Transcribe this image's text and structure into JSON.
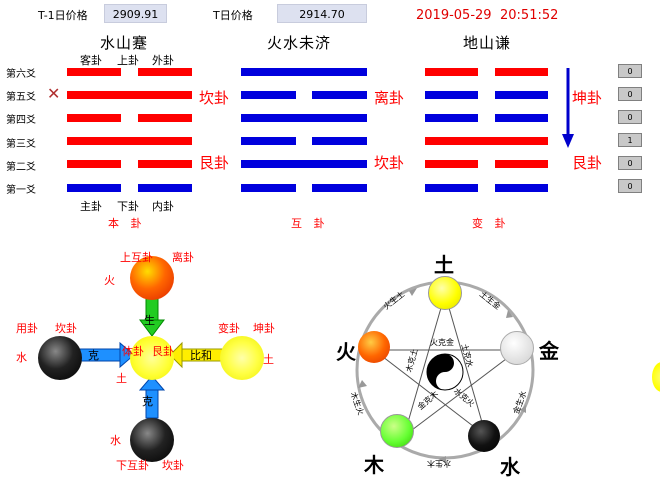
{
  "header": {
    "prev_price_label": "T-1日价格",
    "prev_price_value": "2909.91",
    "price_label": "T日价格",
    "price_value": "2914.70",
    "date": "2019-05-29",
    "time": "20:51:52"
  },
  "hexagrams": {
    "main": {
      "name": "水山蹇",
      "caption": "本 卦",
      "top_labels": [
        "客卦",
        "上卦",
        "外卦"
      ],
      "bottom_labels": [
        "主卦",
        "下卦",
        "内卦"
      ]
    },
    "mutual": {
      "name": "火水未济",
      "caption": "互 卦"
    },
    "changed": {
      "name": "地山谦",
      "caption": "变 卦"
    }
  },
  "yao_labels": [
    "第六爻",
    "第五爻",
    "第四爻",
    "第三爻",
    "第二爻",
    "第一爻"
  ],
  "moving_mark": "✕",
  "trigrams": {
    "main_upper": "坎卦",
    "main_lower": "艮卦",
    "mutual_upper": "离卦",
    "mutual_lower": "坎卦",
    "changed_upper": "坤卦",
    "changed_lower": "艮卦"
  },
  "counters": [
    "0",
    "0",
    "0",
    "1",
    "0",
    "0"
  ],
  "relation_diagram": {
    "upper_mutual": {
      "label": "上互卦",
      "trigram": "离卦",
      "element": "火"
    },
    "use": {
      "label": "用卦",
      "trigram": "坎卦",
      "element": "水"
    },
    "body": {
      "label": "体卦",
      "trigram": "艮卦",
      "element": "土"
    },
    "changed": {
      "label": "变卦",
      "trigram": "坤卦",
      "element": "土"
    },
    "lower_mutual": {
      "label": "下互卦",
      "trigram": "坎卦",
      "element": "水"
    },
    "arrows": {
      "top": "生",
      "left": "克",
      "right": "比和",
      "bottom": "克"
    }
  },
  "five_elements": {
    "earth": "土",
    "metal": "金",
    "water": "水",
    "wood": "木",
    "fire": "火",
    "generate": [
      "火生土",
      "土生金",
      "金生水",
      "水生木",
      "木生火"
    ],
    "restrain": [
      "火克金",
      "土克水",
      "水克火",
      "金克木",
      "木克土"
    ]
  },
  "colors": {
    "yang": "#ff0000",
    "yin": "#0000dd",
    "accent": "#e00000"
  }
}
